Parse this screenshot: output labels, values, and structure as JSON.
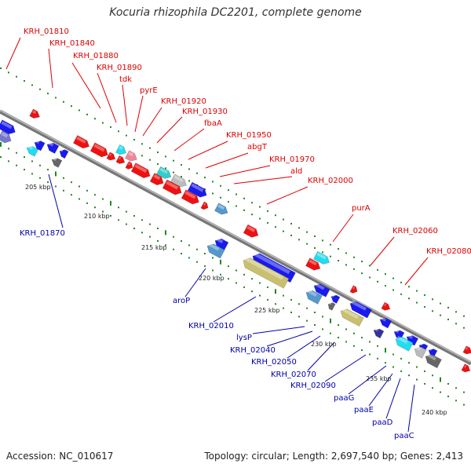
{
  "title": "Kocuria rhizophila DC2201, complete genome",
  "footer": {
    "accession": "Accession: NC_010617",
    "stats": "Topology: circular; Length: 2,697,540 bp; Genes: 2,413"
  },
  "colors": {
    "top_strand_label": "#dd0000",
    "bottom_strand_label": "#0000aa",
    "backbone": "#888888",
    "tick": "#228822"
  },
  "kbp_ticks": [
    "205 kbp",
    "210 kbp",
    "215 kbp",
    "220 kbp",
    "225 kbp",
    "230 kbp",
    "235 kbp",
    "240 kbp"
  ],
  "top_labels": [
    "KRH_01810",
    "KRH_01840",
    "KRH_01880",
    "KRH_01890",
    "tdk",
    "pyrE",
    "KRH_01920",
    "KRH_01930",
    "fbaA",
    "KRH_01950",
    "abgT",
    "KRH_01970",
    "ald",
    "KRH_02000",
    "purA",
    "KRH_02060",
    "KRH_02080"
  ],
  "bottom_labels": [
    "KRH_01870",
    "aroP",
    "KRH_02010",
    "lysP",
    "KRH_02040",
    "KRH_02050",
    "KRH_02070",
    "KRH_02090",
    "paaG",
    "paaE",
    "paaD",
    "paaC"
  ]
}
